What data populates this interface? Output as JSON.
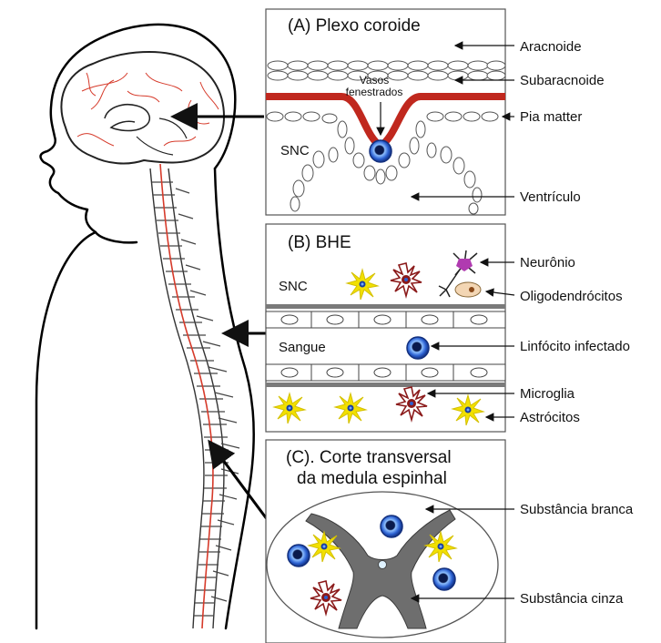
{
  "panel_a": {
    "title": "(A) Plexo coroide",
    "labels": {
      "aracnoide": "Aracnoide",
      "subaracnoide": "Subaracnoide",
      "pia": "Pia matter",
      "ventriculo": "Ventrículo",
      "vasos_1": "Vasos",
      "vasos_2": "fenestrados",
      "snc": "SNC"
    }
  },
  "panel_b": {
    "title": "(B) BHE",
    "labels": {
      "snc": "SNC",
      "sangue": "Sangue",
      "neuronio": "Neurônio",
      "oligo": "Oligodendrócitos",
      "linfocito": "Linfócito infectado",
      "microglia": "Microglia",
      "astrocitos": "Astrócitos"
    }
  },
  "panel_c": {
    "title_1": "(C). Corte transversal",
    "title_2": "da medula espinhal",
    "labels": {
      "branca": "Substância branca",
      "cinza": "Substância cinza"
    }
  },
  "colors": {
    "vessel": "#c0281e",
    "lymph_outer": "#1a3f9e",
    "lymph_inner": "#6fa8ff",
    "astro": "#f2e000",
    "microglia": "#8b1a1a",
    "grey_matter": "#6e6e6e",
    "nerve": "#d63a2a"
  }
}
